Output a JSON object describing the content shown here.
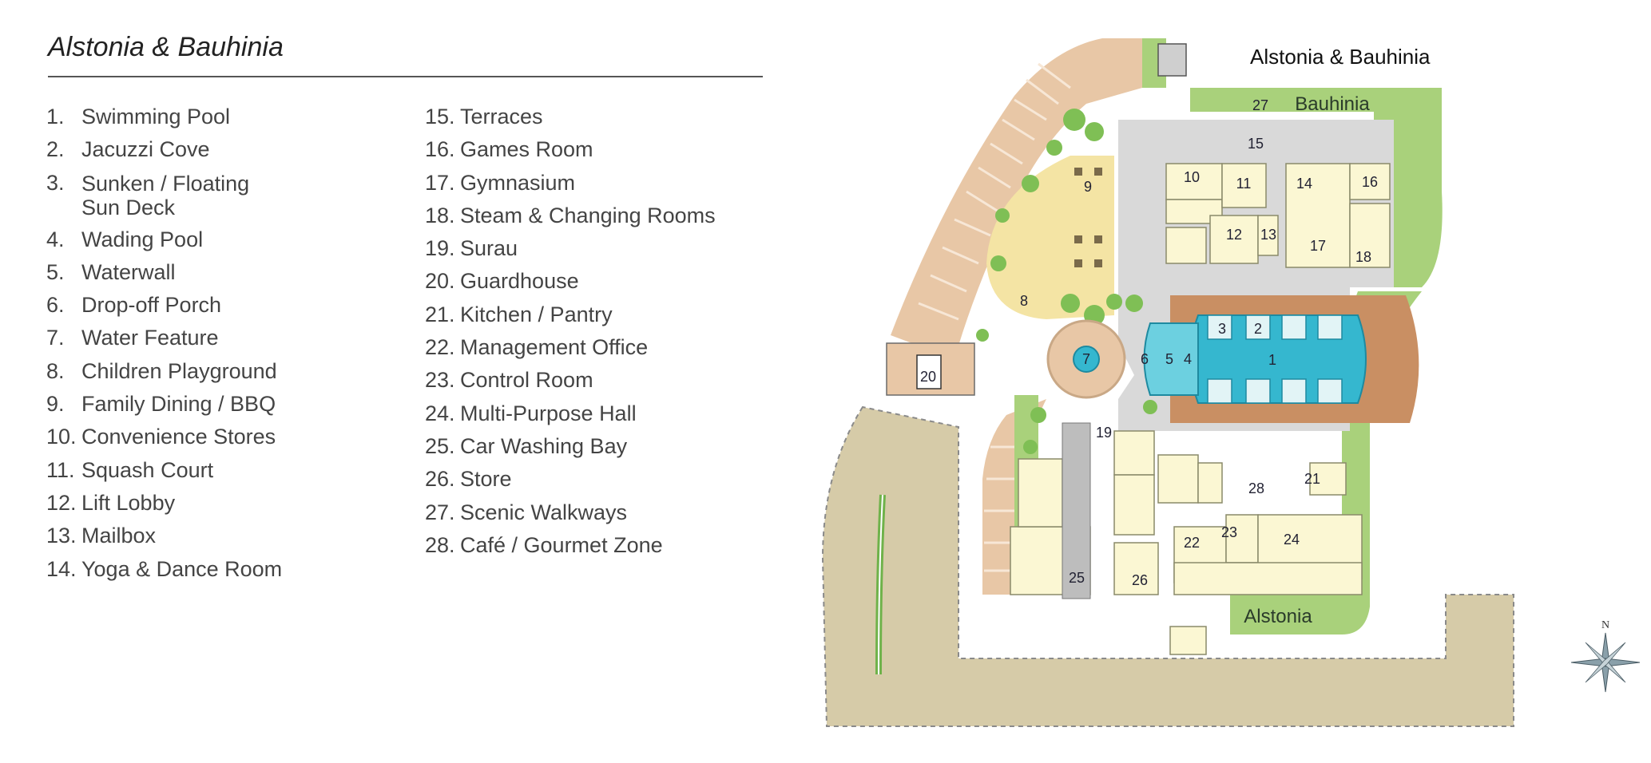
{
  "legend": {
    "title": "Alstonia & Bauhinia",
    "column1": [
      {
        "num": "1.",
        "label": "Swimming Pool"
      },
      {
        "num": "2.",
        "label": "Jacuzzi Cove"
      },
      {
        "num": "3.",
        "label": "Sunken / Floating Sun Deck"
      },
      {
        "num": "4.",
        "label": "Wading Pool"
      },
      {
        "num": "5.",
        "label": "Waterwall"
      },
      {
        "num": "6.",
        "label": "Drop-off Porch"
      },
      {
        "num": "7.",
        "label": "Water Feature"
      },
      {
        "num": "8.",
        "label": "Children Playground"
      },
      {
        "num": "9.",
        "label": "Family Dining / BBQ"
      },
      {
        "num": "10.",
        "label": "Convenience Stores"
      },
      {
        "num": "11.",
        "label": "Squash Court"
      },
      {
        "num": "12.",
        "label": "Lift Lobby"
      },
      {
        "num": "13.",
        "label": "Mailbox"
      },
      {
        "num": "14.",
        "label": "Yoga & Dance Room"
      }
    ],
    "column2": [
      {
        "num": "15.",
        "label": "Terraces"
      },
      {
        "num": "16.",
        "label": "Games Room"
      },
      {
        "num": "17.",
        "label": "Gymnasium"
      },
      {
        "num": "18.",
        "label": "Steam & Changing Rooms"
      },
      {
        "num": "19.",
        "label": "Surau"
      },
      {
        "num": "20.",
        "label": "Guardhouse"
      },
      {
        "num": "21.",
        "label": "Kitchen / Pantry"
      },
      {
        "num": "22.",
        "label": "Management Office"
      },
      {
        "num": "23.",
        "label": "Control Room"
      },
      {
        "num": "24.",
        "label": "Multi-Purpose Hall"
      },
      {
        "num": "25.",
        "label": "Car Washing Bay"
      },
      {
        "num": "26.",
        "label": "Store"
      },
      {
        "num": "27.",
        "label": "Scenic Walkways"
      },
      {
        "num": "28.",
        "label": "Café / Gourmet Zone"
      }
    ]
  },
  "map": {
    "title": "Alstonia & Bauhinia",
    "block_labels": {
      "bauhinia": "Bauhinia",
      "alstonia": "Alstonia"
    },
    "zone_numbers": [
      "1",
      "2",
      "3",
      "4",
      "5",
      "6",
      "7",
      "8",
      "9",
      "10",
      "11",
      "12",
      "13",
      "14",
      "15",
      "16",
      "17",
      "18",
      "19",
      "20",
      "21",
      "22",
      "23",
      "24",
      "25",
      "26",
      "27",
      "28"
    ],
    "compass_letter": "N",
    "colors": {
      "road": "#d6cba8",
      "landscape": "#a9d17b",
      "paving": "#e8c7a6",
      "parking_lines": "#f3e2cf",
      "terrace": "#d9d9d9",
      "building": "#fbf7d3",
      "pool": "#35b7cf",
      "deck": "#c98f63",
      "playground": "#f4e4a4",
      "trees": "#7fbf55"
    }
  }
}
